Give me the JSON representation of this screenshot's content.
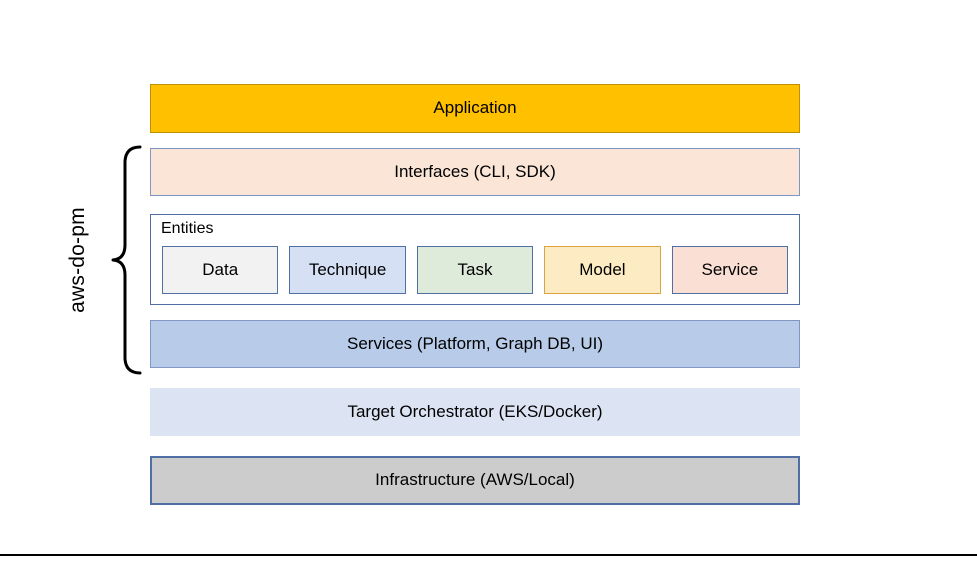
{
  "diagram": {
    "group_label": "aws-do-pm",
    "layers": [
      {
        "id": "application",
        "label": "Application"
      },
      {
        "id": "interfaces",
        "label": "Interfaces (CLI, SDK)"
      },
      {
        "id": "services",
        "label": "Services (Platform, Graph DB, UI)"
      },
      {
        "id": "orchestrator",
        "label": "Target Orchestrator (EKS/Docker)"
      },
      {
        "id": "infrastructure",
        "label": "Infrastructure (AWS/Local)"
      }
    ],
    "entities": {
      "title": "Entities",
      "items": [
        {
          "id": "data",
          "label": "Data"
        },
        {
          "id": "technique",
          "label": "Technique"
        },
        {
          "id": "task",
          "label": "Task"
        },
        {
          "id": "model",
          "label": "Model"
        },
        {
          "id": "service",
          "label": "Service"
        }
      ]
    },
    "colors": {
      "application": "#FFC000",
      "interfaces": "#FAE5D7",
      "services": "#B8CCE9",
      "orchestrator": "#DCE4F4",
      "infrastructure": "#CCCCCC",
      "entity_data": "#F2F2F2",
      "entity_technique": "#D6E0F5",
      "entity_task": "#DEEBDA",
      "entity_model": "#FDEBC3",
      "entity_service": "#FAE0D4",
      "border_blue": "#4F6FA5",
      "text": "#000000"
    }
  }
}
